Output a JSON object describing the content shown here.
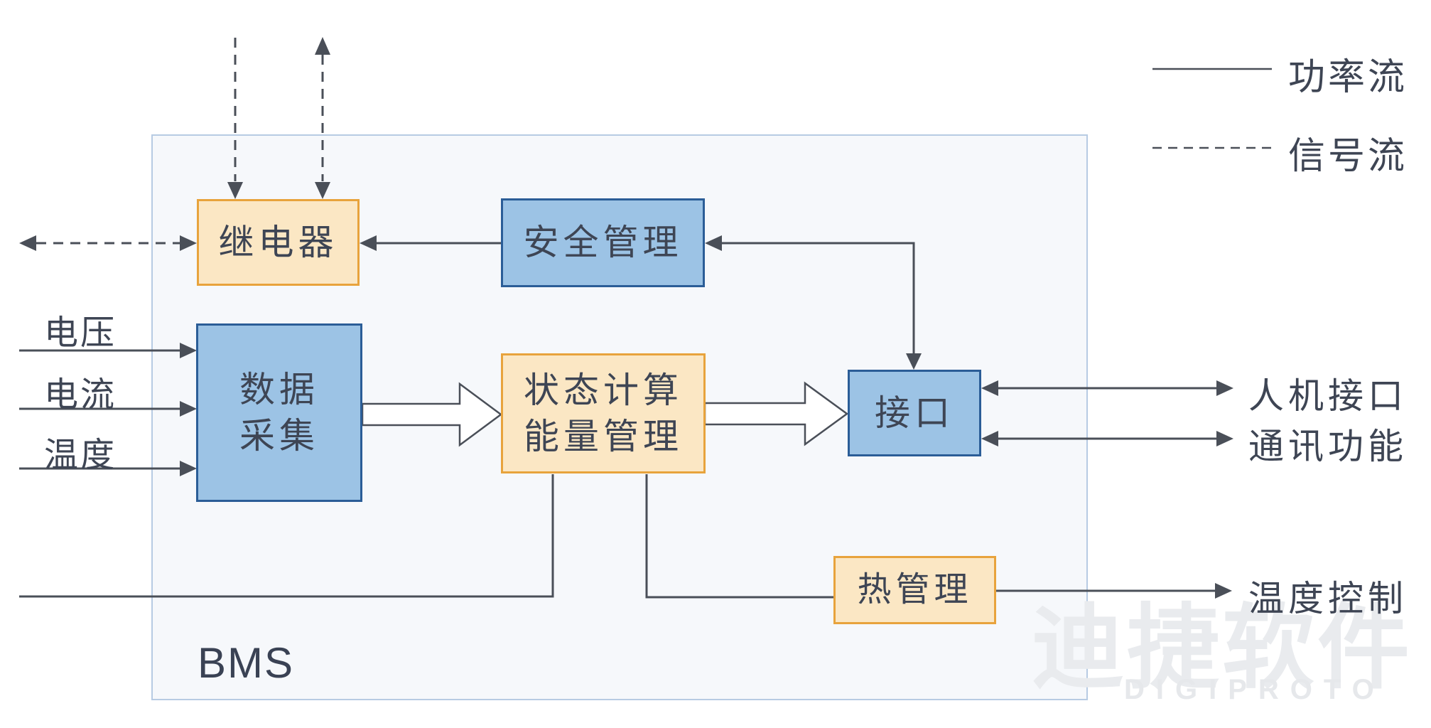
{
  "diagram_title": "BMS",
  "legend": {
    "power_label": "功率流",
    "signal_label": "信号流"
  },
  "container": {
    "label": "BMS"
  },
  "nodes": {
    "relay": {
      "label": "继电器",
      "style": "yellow"
    },
    "safety": {
      "label": "安全管理",
      "style": "blue"
    },
    "data_acq": {
      "label": "数据\n采集",
      "style": "blue"
    },
    "state_energy": {
      "label": "状态计算\n能量管理",
      "style": "yellow"
    },
    "interface": {
      "label": "接口",
      "style": "blue"
    },
    "thermal": {
      "label": "热管理",
      "style": "yellow"
    }
  },
  "inputs": {
    "voltage": "电压",
    "current": "电流",
    "temperature": "温度"
  },
  "outputs": {
    "hmi": "人机接口",
    "comm": "通讯功能",
    "temp_control": "温度控制"
  },
  "watermark": {
    "cjk": "迪捷软件",
    "latin": "DIGIPROTO"
  },
  "colors": {
    "yellow_fill": "#FBE7C4",
    "yellow_border": "#E8A33C",
    "blue_fill": "#9CC3E5",
    "blue_border": "#2B5D97",
    "container_fill": "#F6F8FB",
    "container_border": "#B7CBE3",
    "line": "#4A4F58",
    "text": "#3E4554",
    "watermark": "#E9EBEE"
  }
}
